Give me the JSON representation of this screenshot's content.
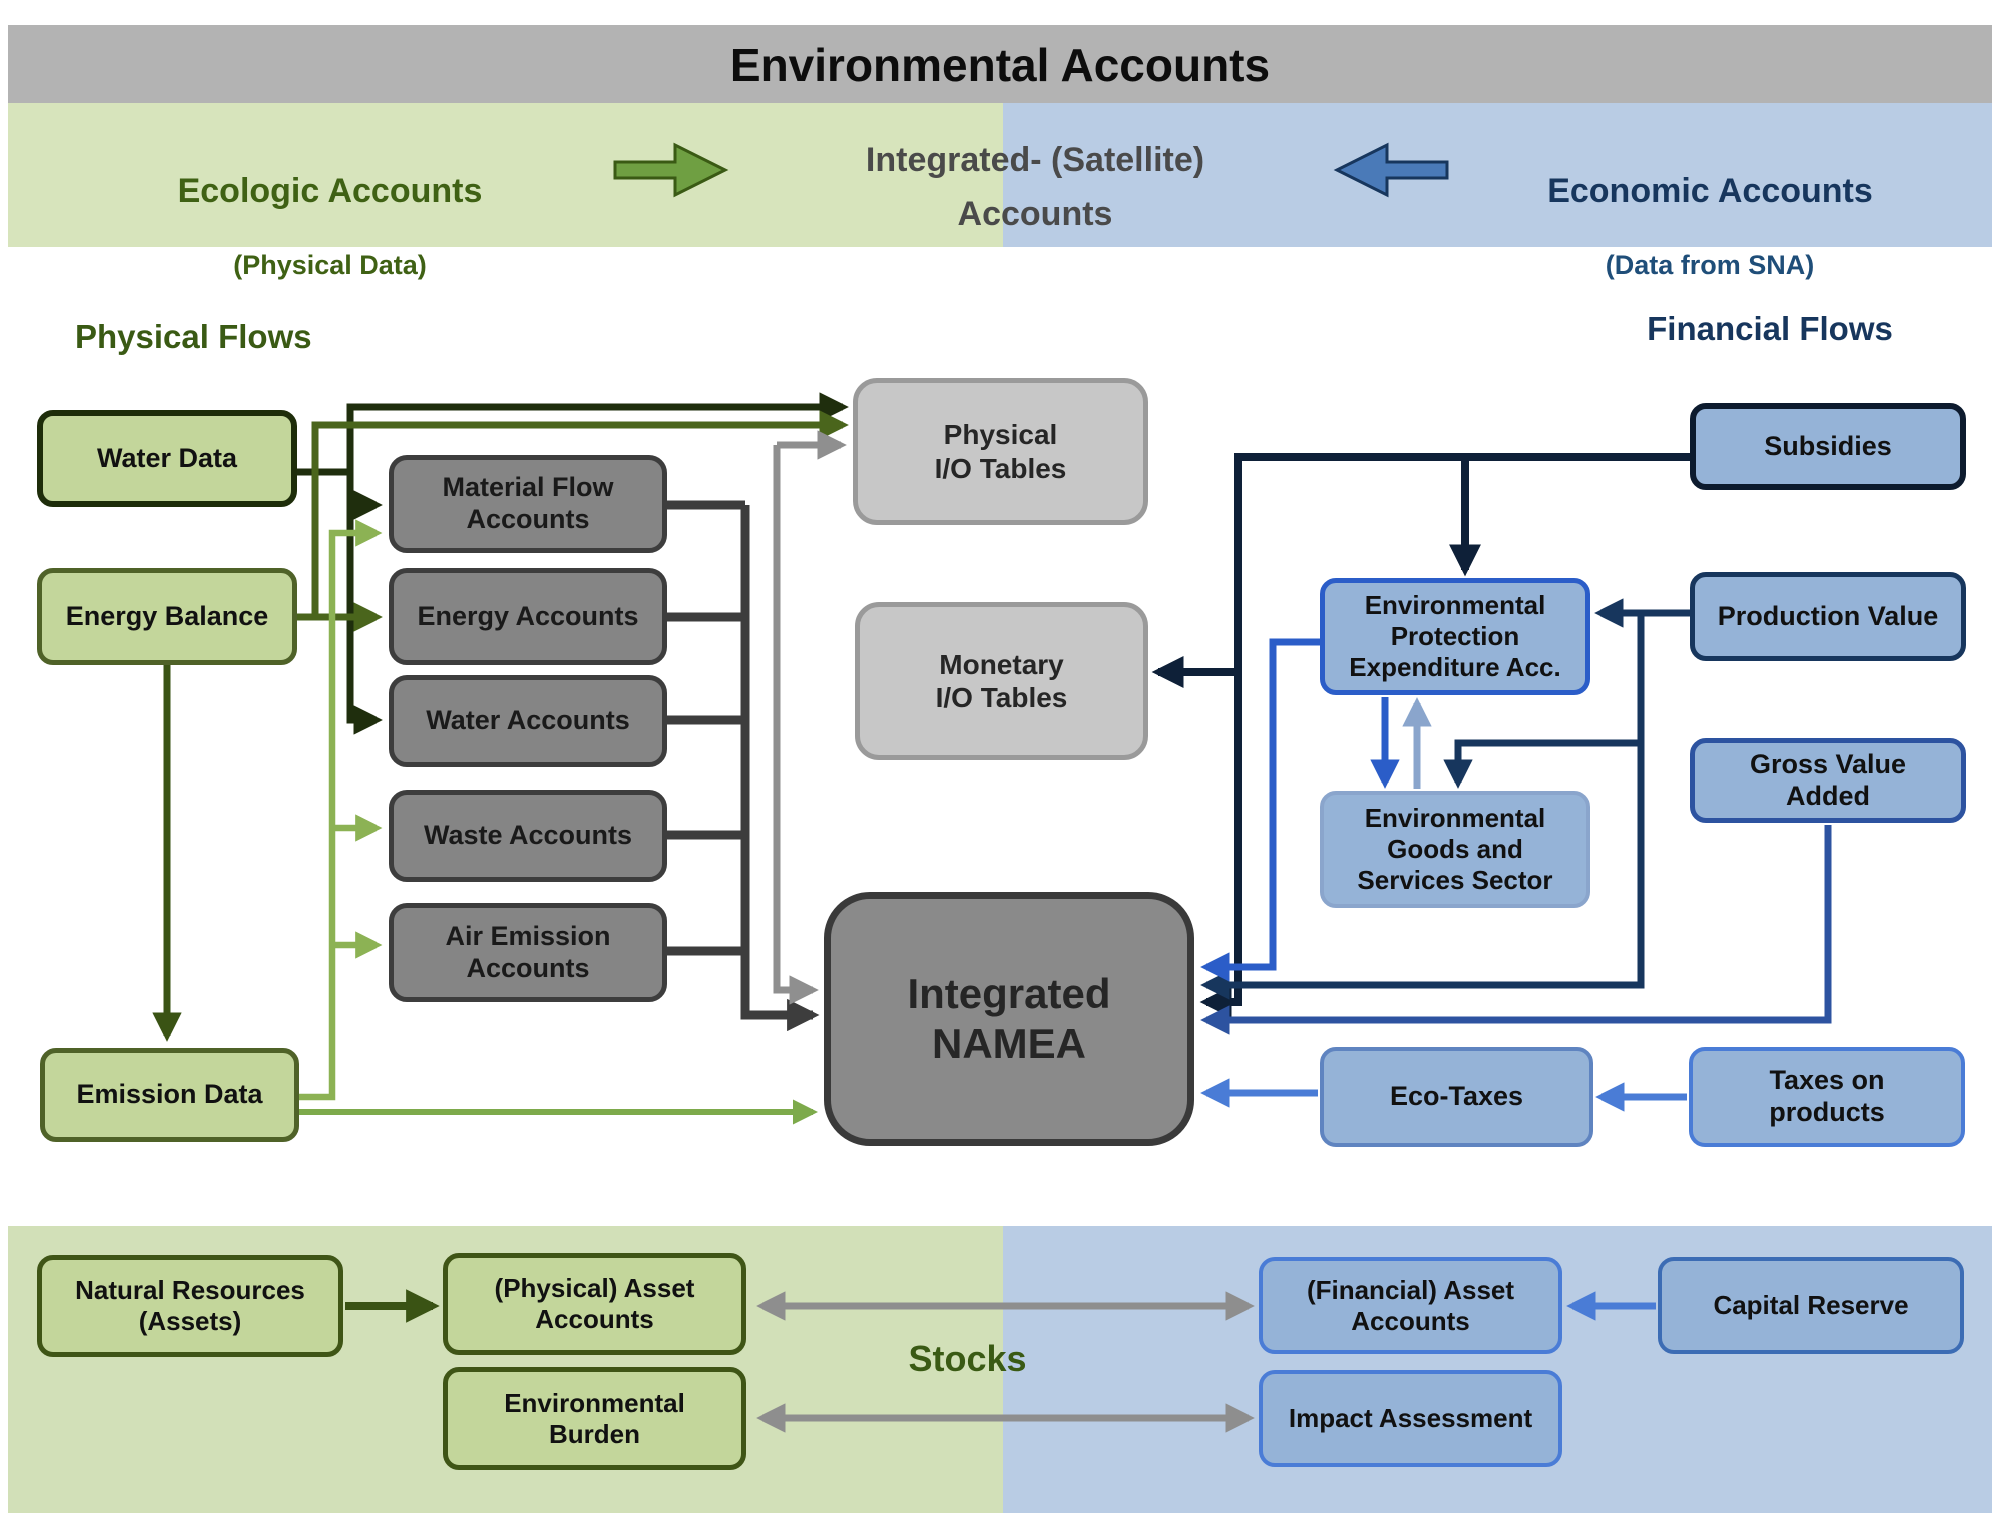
{
  "header": {
    "title": "Environmental Accounts",
    "ecologic": {
      "title": "Ecologic Accounts",
      "subtitle": "(Physical Data)"
    },
    "integrated": {
      "label": "Integrated- (Satellite)\nAccounts"
    },
    "economic": {
      "title": "Economic Accounts",
      "subtitle": "(Data from SNA)"
    }
  },
  "sections": {
    "physical_flows": "Physical Flows",
    "financial_flows": "Financial Flows",
    "stocks": "Stocks"
  },
  "boxes": {
    "water_data": "Water Data",
    "energy_balance": "Energy Balance",
    "emission_data": "Emission Data",
    "material_flow_accounts": "Material Flow\nAccounts",
    "energy_accounts": "Energy Accounts",
    "water_accounts": "Water Accounts",
    "waste_accounts": "Waste Accounts",
    "air_emission_accounts": "Air Emission\nAccounts",
    "physical_io_tables": "Physical\nI/O Tables",
    "monetary_io_tables": "Monetary\nI/O Tables",
    "integrated_namea": "Integrated\nNAMEA",
    "subsidies": "Subsidies",
    "epea": "Environmental\nProtection\nExpenditure Acc.",
    "production_value": "Production Value",
    "egss": "Environmental\nGoods and\nServices Sector",
    "gross_value_added": "Gross Value\nAdded",
    "eco_taxes": "Eco-Taxes",
    "taxes_on_products": "Taxes on\nproducts",
    "natural_resources": "Natural Resources\n(Assets)",
    "physical_asset_accounts": "(Physical) Asset\nAccounts",
    "environmental_burden": "Environmental\nBurden",
    "financial_asset_accounts": "(Financial) Asset\nAccounts",
    "capital_reserve": "Capital Reserve",
    "impact_assessment": "Impact Assessment"
  },
  "colors": {
    "banner_gray": "#b3b3b3",
    "band_green": "#d7e4bc",
    "band_blue": "#b9cce4",
    "box_green_fill": "#c3d69b",
    "box_green_border_dark": "#1e2d0a",
    "box_green_border": "#4f6228",
    "box_gray_fill": "#858585",
    "box_gray_border": "#3d3d3d",
    "box_lightgray_fill": "#c7c7c7",
    "box_blue_fill": "#95b3d7",
    "arrow_dark_green": "#1f2e0d",
    "arrow_olive": "#4a651c",
    "arrow_light_green": "#8cb254",
    "arrow_medium_green": "#7daa4b",
    "arrow_forest_green": "#3a5314",
    "arrow_dark_gray": "#3d3d3d",
    "arrow_light_gray": "#8f8f8f",
    "arrow_navy": "#0e2038",
    "arrow_prod_navy": "#17365d",
    "arrow_bright_blue": "#2b5dc8",
    "arrow_gray_blue": "#8aa5cc",
    "arrow_medium_dark_blue": "#2d53a0",
    "arrow_medium_blue": "#4a7cd6",
    "heading_green": "#3a5a14",
    "heading_navy": "#17365d"
  }
}
